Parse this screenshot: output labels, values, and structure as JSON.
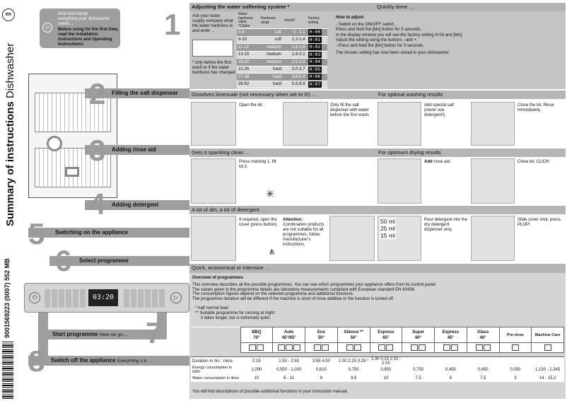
{
  "lang_badge": "en",
  "side_title_bold": "Summary of instructions",
  "side_title_light": "Dishwasher",
  "barcode_number": "9001569223 (0007) 552 MB",
  "intro": {
    "line1": "Brief and handy:",
    "line2": "everything your dishwasher",
    "line3": "needs ...",
    "bold": "Before using for the first time, read the installation instructions and Operating instructions!"
  },
  "steps": {
    "s1": "1",
    "s2": "2",
    "s3": "3",
    "s4": "4",
    "s5": "5",
    "s6": "6",
    "s7": "7",
    "s8": "8"
  },
  "step_labels": {
    "salt": "Filling the salt dispenser",
    "rinse": "Adding rinse aid",
    "detergent": "Adding detergent",
    "switch_on": "Switching on the appliance",
    "select": "Select programme",
    "start": "Start programme",
    "start_note": "Here we go ...",
    "switch_off": "Switch off the appliance",
    "switch_off_note": "Everything o.k. ..."
  },
  "panel": {
    "display": "03:20"
  },
  "water": {
    "title": "Adjusting the water softening system *",
    "quick": "Quickly done ...",
    "ask": "Ask your water supply company what the water hardness is and enter ...",
    "note": "* only before the first wash or if the water hardness has changed",
    "headers": [
      "Water hardness value °Clarke",
      "Hardness range",
      "mmol/l",
      "Factory setting"
    ],
    "rows": [
      [
        "0-8",
        "soft",
        "0 - 1.1",
        "H:00"
      ],
      [
        "9-10",
        "soft",
        "1.2-1.4",
        "H:01"
      ],
      [
        "11-12",
        "medium",
        "1.5-1.8",
        "H:02"
      ],
      [
        "13-15",
        "medium",
        "1.9-2.1",
        "H:03"
      ],
      [
        "16-20",
        "medium",
        "2.2-2.9",
        "H:04"
      ],
      [
        "21-26",
        "hard",
        "3.0-3.7",
        "H:05"
      ],
      [
        "27-38",
        "hard",
        "3.8-5.4",
        "H:06"
      ],
      [
        "39-62",
        "hard",
        "5.5-8.9",
        "H:07"
      ]
    ],
    "how_title": "How to adjust",
    "how": [
      "- Switch on the ON/OFF switch.",
      "Press and hold the [btn] button for 3 seconds.",
      "In the display window you will see the factory setting H:04 and [btn]",
      "Adjust the setting using the buttons - and +.",
      "- Press and hold the [btn] button for 3 seconds.",
      "The chosen setting has now been stored in your dishwasher."
    ]
  },
  "salt_bar": {
    "left": "Dissolves limescale (not necessary when set to 0!) ...",
    "right": "For optimal washing results"
  },
  "salt_txt": {
    "a": "Open the lid.",
    "b": "Only fill the salt dispenser with water before the first wash.",
    "c": "Add special salt (never use detergent!).",
    "d": "Close the lid. Rinse immediately."
  },
  "rinse_bar": {
    "left": "Gets it sparkling clean ...",
    "right": "For optimum drying results"
  },
  "rinse_txt": {
    "a": "Press marking 1, lift lid 2.",
    "b": "Add",
    "b2": "rinse aid.",
    "c": "Close lid. CLICK!"
  },
  "det_bar": {
    "left": "A lot of dirt, a lot of detergent ..."
  },
  "det_txt": {
    "a": "If required, open the cover (press button).",
    "att": "Attention:",
    "b": "Combination products are not suitable for all programmes, follow manufacturer's instructions.",
    "ml1": "50 ml",
    "ml2": "25 ml",
    "ml3": "15 ml",
    "c": "Pour detergent into the dry detergent dispenser only.",
    "d": "Slide cover shut, press. PLOP!"
  },
  "prog_bar": "Quick, economical or intensive ...",
  "overview": {
    "title": "Overview of programmes",
    "lines": [
      "This overview describes all the possible programmes. You can see which programmes your appliance offers from its control panel.",
      "The values given in the programme details are laboratory measurements compliant with European standard EN 60436.",
      "The consumption figures depend on the selected programme and additional functions.",
      "The programme duration will be different if the machine is short of rinse additive or the function is turned off."
    ],
    "n1": "* half normal load",
    "n2": "** Suitable programme for running at night:",
    "n3": "it takes longer, but is extremely quiet."
  },
  "programmes": [
    {
      "name": "BBQ",
      "temp": "70°",
      "dur": "2:15",
      "en": "1,000",
      "wa": "10"
    },
    {
      "name": "Auto",
      "temp": "45°/65°",
      "dur": "1:50 - 2:50",
      "en": "0,550 - 1,000",
      "wa": "6 - 11"
    },
    {
      "name": "Eco",
      "temp": "50°",
      "dur": "3:55 4:00",
      "en": "0,610",
      "wa": "8"
    },
    {
      "name": "Silence **",
      "temp": "50°",
      "dur": "1:00 2:25 0:29 *",
      "en": "0,750",
      "wa": "9,6"
    },
    {
      "name": "Express",
      "temp": "65°",
      "dur": "1:30 0:15 2:10 - 2:15",
      "en": "0,650",
      "wa": "10"
    },
    {
      "name": "Super",
      "temp": "60°",
      "dur": "",
      "en": "0,750",
      "wa": "7,5"
    },
    {
      "name": "Express",
      "temp": "45°",
      "dur": "",
      "en": "0,450",
      "wa": "6"
    },
    {
      "name": "Glass",
      "temp": "40°",
      "dur": "",
      "en": "0,450",
      "wa": "7,5"
    },
    {
      "name": "Pre-rinse",
      "temp": "",
      "dur": "",
      "en": "0,050",
      "wa": "3"
    },
    {
      "name": "Machine Care",
      "temp": "",
      "dur": "",
      "en": "1,130 - 1,345",
      "wa": "14 - 15,2"
    }
  ],
  "row_labels": {
    "dur": "Duration in hrs : mins.",
    "en": "Energy consumption in kWh",
    "wa": "Water consumption in litres"
  },
  "footer": "You will find descriptions of possible additional functions in your instruction manual."
}
